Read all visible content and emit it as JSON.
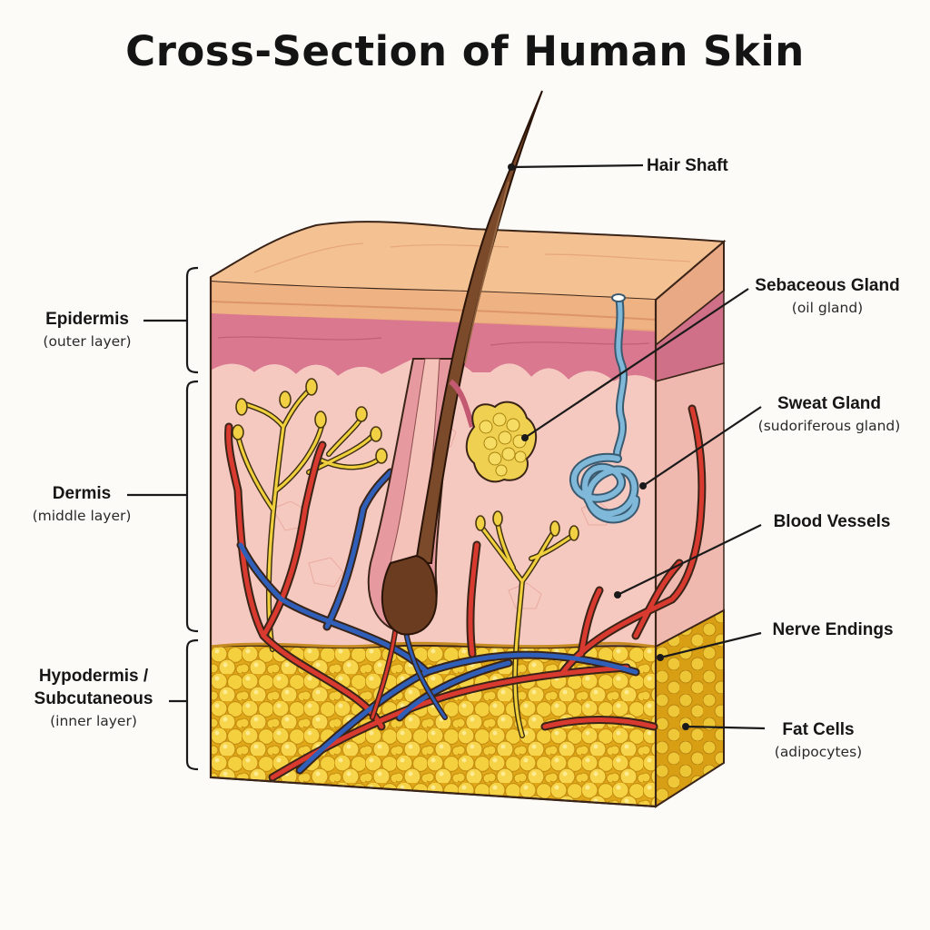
{
  "title": "Cross-Section of Human Skin",
  "layers": [
    {
      "name": "Epidermis",
      "sub": "(outer layer)"
    },
    {
      "name": "Dermis",
      "sub": "(middle layer)"
    },
    {
      "name": "Hypodermis /",
      "name2": "Subcutaneous",
      "sub": "(inner layer)"
    }
  ],
  "structures": [
    {
      "name": "Hair Shaft"
    },
    {
      "name": "Sebaceous Gland",
      "sub": "(oil gland)"
    },
    {
      "name": "Sweat Gland",
      "sub": "(sudoriferous gland)"
    },
    {
      "name": "Blood Vessels"
    },
    {
      "name": "Nerve Endings"
    },
    {
      "name": "Fat Cells",
      "sub": "(adipocytes)"
    }
  ],
  "colors": {
    "epidermis_top": "#f2b98c",
    "epidermis_band": "#d9788e",
    "dermis": "#f6c9c0",
    "fat": "#f2cd3a",
    "hair": "#7a4a2a",
    "artery": "#d93a30",
    "vein": "#2f5fb8",
    "nerve": "#e8c432",
    "sweat_gland": "#7fb8d8"
  }
}
